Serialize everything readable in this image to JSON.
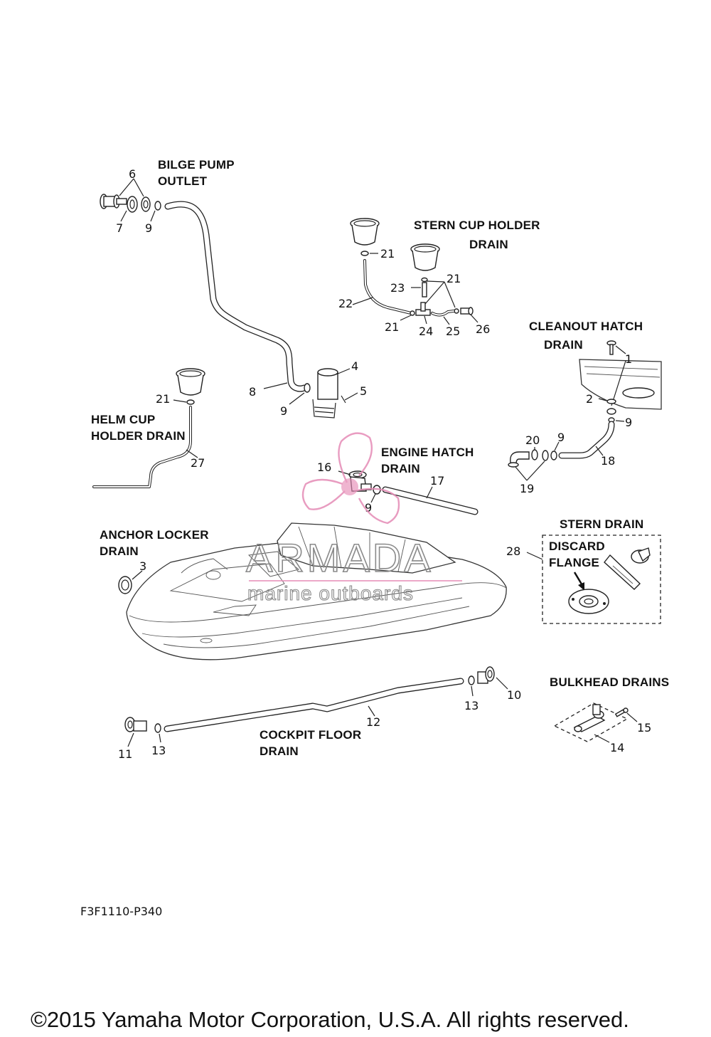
{
  "headings": {
    "bilge_pump_outlet": [
      "BILGE PUMP",
      "OUTLET"
    ],
    "stern_cup_holder_drain": [
      "STERN CUP HOLDER",
      "DRAIN"
    ],
    "cleanout_hatch_drain": [
      "CLEANOUT HATCH",
      "DRAIN"
    ],
    "helm_cup_holder_drain": [
      "HELM CUP",
      "HOLDER DRAIN"
    ],
    "engine_hatch_drain": [
      "ENGINE  HATCH",
      "DRAIN"
    ],
    "anchor_locker_drain": [
      "ANCHOR LOCKER",
      "DRAIN"
    ],
    "stern_drain": "STERN DRAIN",
    "discard_flange": [
      "DISCARD",
      "FLANGE"
    ],
    "bulkhead_drains": "BULKHEAD DRAINS",
    "cockpit_floor_drain": [
      "COCKPIT FLOOR",
      "DRAIN"
    ]
  },
  "callouts": {
    "c6": "6",
    "c7": "7",
    "c9a": "9",
    "c21a": "21",
    "c21b": "21",
    "c21c": "21",
    "c21d": "21",
    "c23": "23",
    "c22": "22",
    "c24": "24",
    "c25": "25",
    "c26": "26",
    "c1": "1",
    "c2": "2",
    "c9b": "9",
    "c4": "4",
    "c5": "5",
    "c8": "8",
    "c9c": "9",
    "c27": "27",
    "c20": "20",
    "c9d": "9",
    "c18": "18",
    "c19": "19",
    "c16": "16",
    "c9e": "9",
    "c17": "17",
    "c3": "3",
    "c28": "28",
    "c10": "10",
    "c13a": "13",
    "c12": "12",
    "c11": "11",
    "c13b": "13",
    "c14": "14",
    "c15": "15"
  },
  "watermark": {
    "brand": "ARMADA",
    "tagline": "marine outboards"
  },
  "diagram_code": "F3F1110-P340",
  "copyright": "©2015 Yamaha Motor Corporation, U.S.A. All rights reserved."
}
